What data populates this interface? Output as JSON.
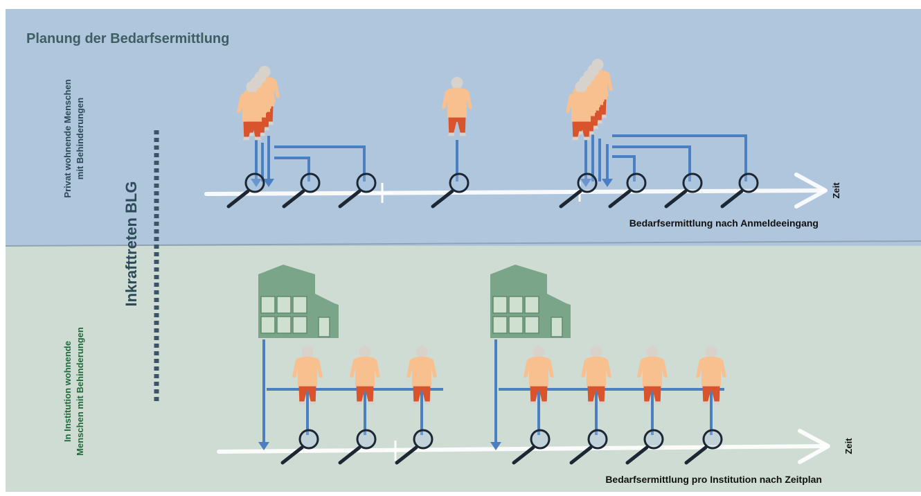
{
  "title": "Planung der Bedarfsermittlung",
  "top_section": {
    "label_line1": "Privat wohnende Menschen",
    "label_line2": "mit Behinderungen",
    "axis_label": "Zeit",
    "caption": "Bedarfsermittlung nach Anmeldeeingang"
  },
  "bottom_section": {
    "label_line1": "In Institution wohnende",
    "label_line2": "Menschen mit Behinderungen",
    "axis_label": "Zeit",
    "caption": "Bedarfsermittlung pro Institution nach Zeitplan"
  },
  "milestone_label": "Inkrafttreten BLG",
  "colors": {
    "top_band": "#b0c6dd",
    "bottom_band": "#cfdcd4",
    "title": "#3f5e63",
    "top_label": "#2c4a57",
    "bottom_label": "#1f6b3c",
    "arrow": "#4a7fc1",
    "person_torso": "#f9c08f",
    "person_legs": "#d9542c",
    "person_head": "#d8d2cc",
    "building": "#7ba588",
    "window": "#cfe0d0",
    "milestone": "#3b5566"
  }
}
